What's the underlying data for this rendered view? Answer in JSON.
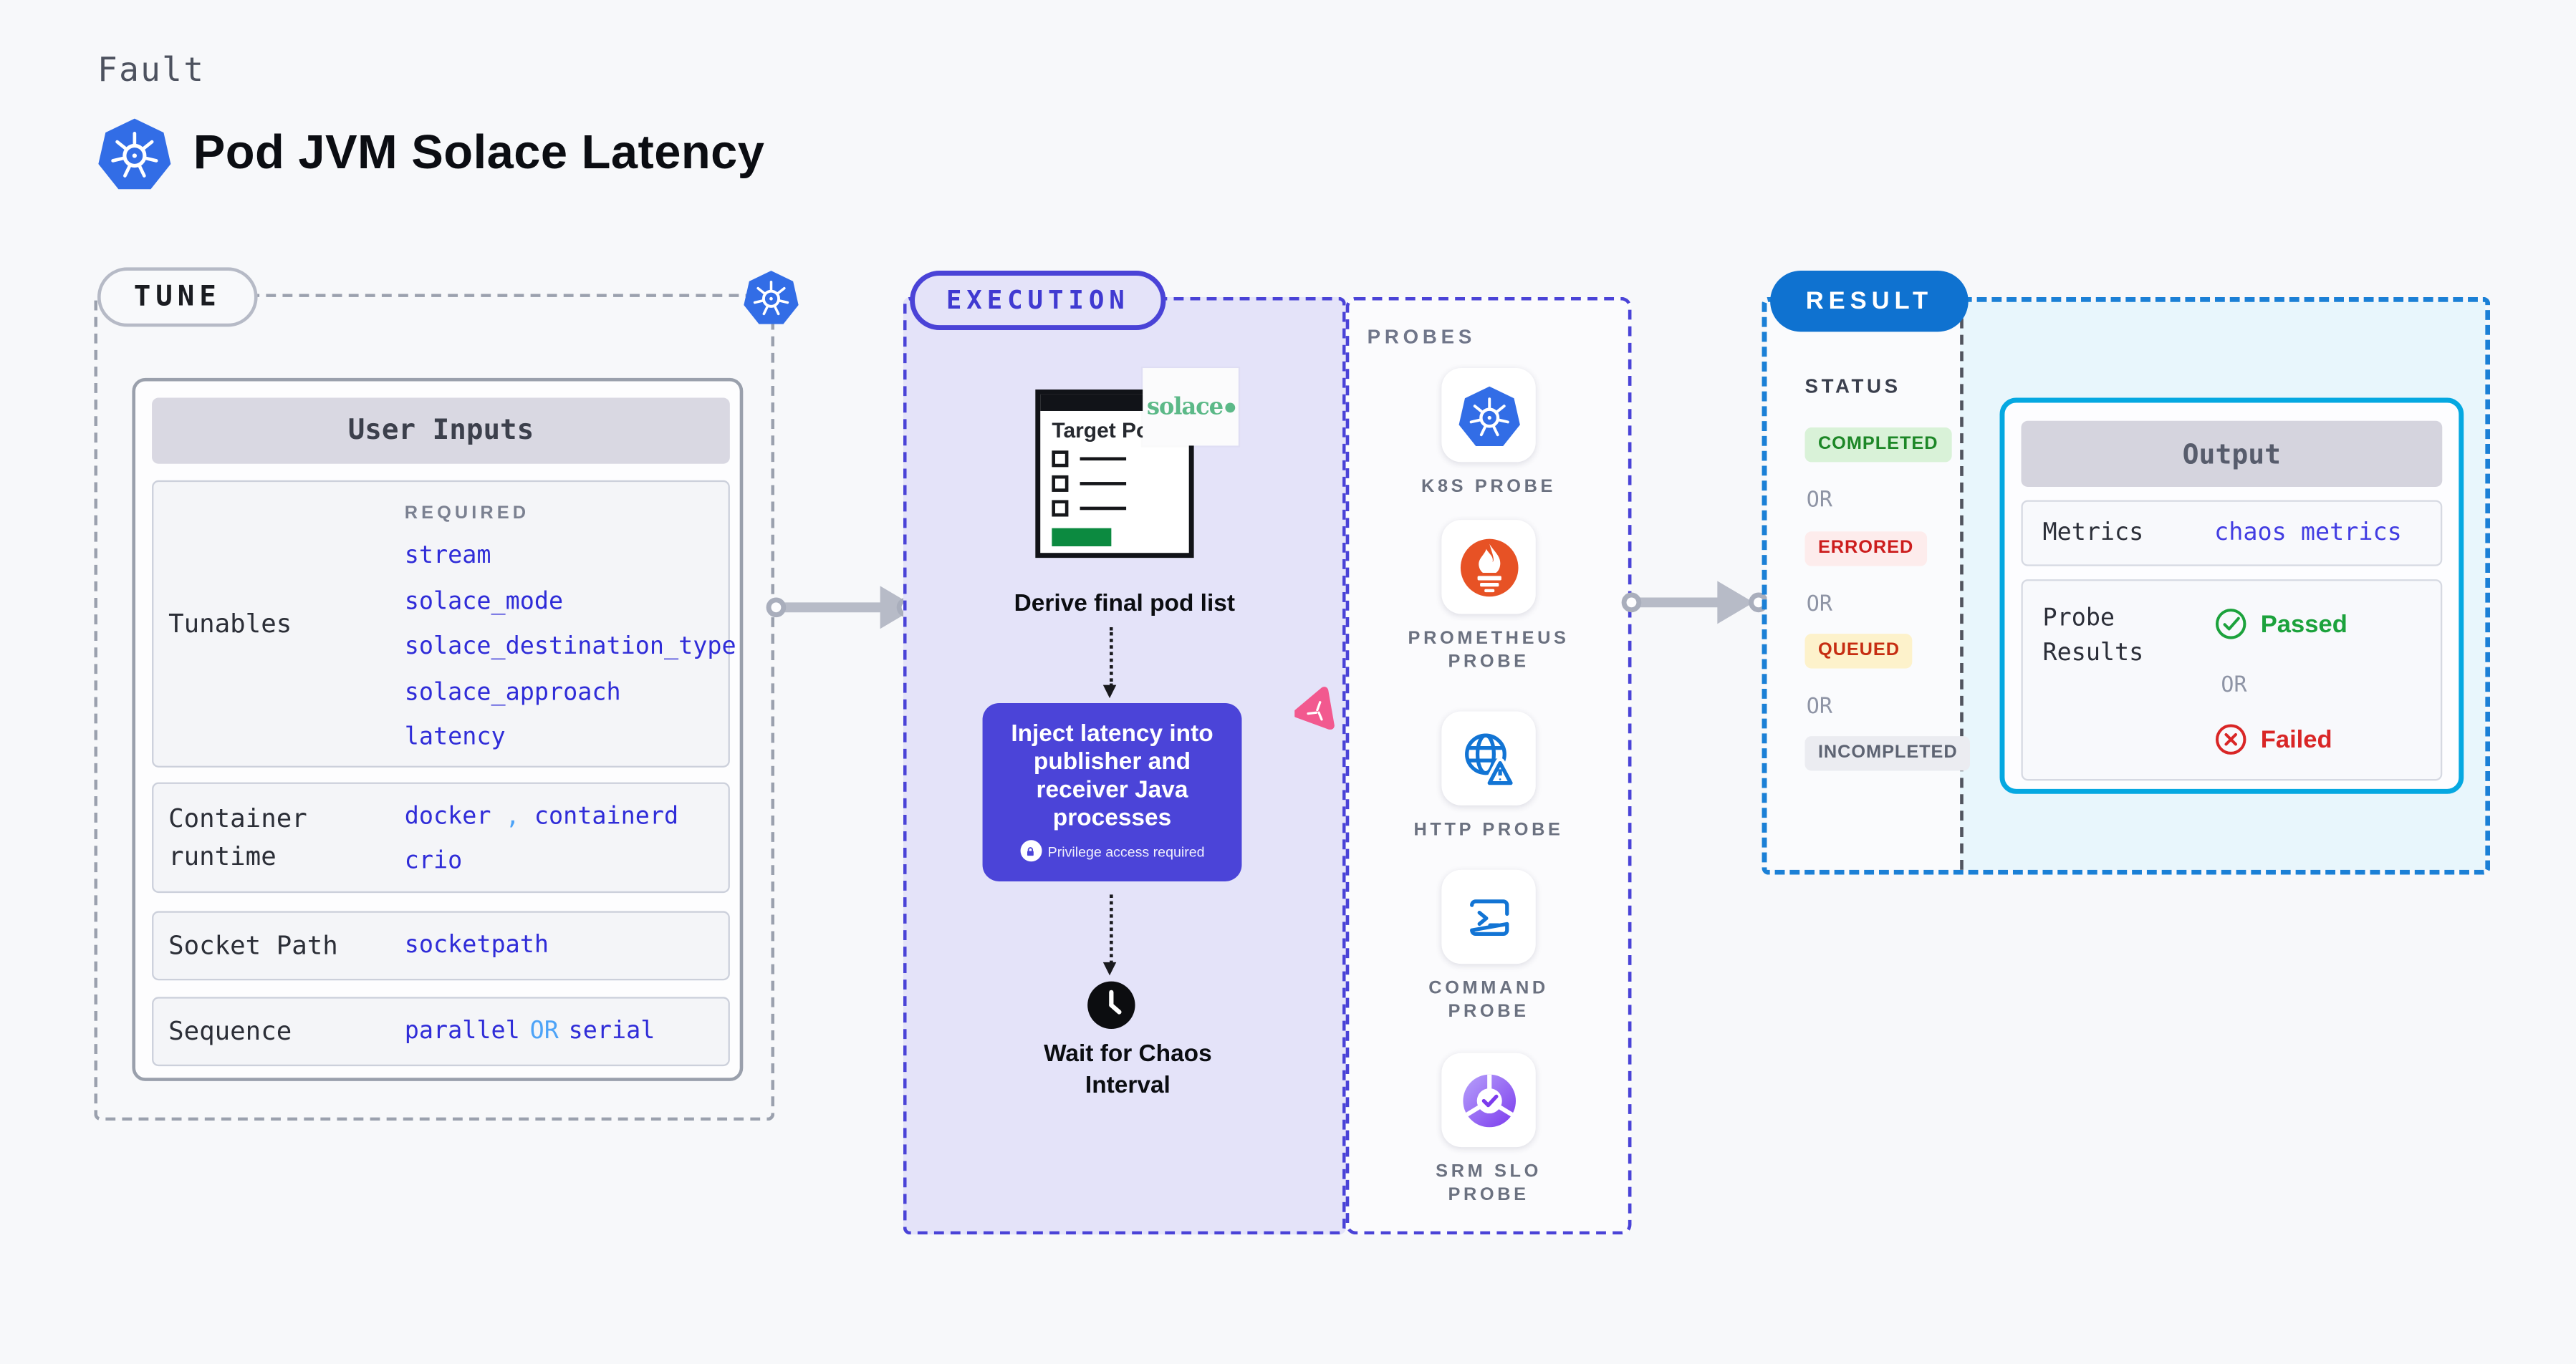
{
  "page": {
    "background": "#f7f8fa"
  },
  "header": {
    "kicker": "Fault",
    "title": "Pod JVM Solace Latency"
  },
  "colors": {
    "accent_indigo": "#4a43d7",
    "accent_blue": "#0f72d0",
    "accent_cyan": "#05a8e1",
    "value_blue": "#2f2cd8",
    "link_light_blue": "#4da3f7",
    "success_green": "#1ca23c",
    "error_red": "#d92626",
    "k8s_blue": "#326de6",
    "prometheus_orange": "#e75225",
    "solace_green": "#5cb988",
    "chaos_pink": "#f2598f",
    "inject_box": "#4b44d8"
  },
  "tune": {
    "pill": "TUNE",
    "user_inputs_title": "User Inputs",
    "required_label": "REQUIRED",
    "rows": {
      "tunables": {
        "label": "Tunables",
        "values": [
          "stream",
          "solace_mode",
          "solace_destination_type",
          "solace_approach",
          "latency"
        ]
      },
      "container_runtime": {
        "label": "Container runtime",
        "values": [
          "docker",
          "containerd",
          "crio"
        ],
        "separator": ","
      },
      "socket_path": {
        "label": "Socket Path",
        "value": "socketpath"
      },
      "sequence": {
        "label": "Sequence",
        "values": [
          "parallel",
          "serial"
        ],
        "or_label": "OR"
      }
    }
  },
  "execution": {
    "pill": "EXECUTION",
    "target_window_title": "Target Pods",
    "solace_logo_text": "solace",
    "derive_step": "Derive final pod list",
    "inject_step": "Inject latency into publisher and receiver Java processes",
    "inject_note": "Privilege access required",
    "wait_step": "Wait for Chaos Interval"
  },
  "probes": {
    "label": "PROBES",
    "items": [
      {
        "icon": "kubernetes-icon",
        "lines": [
          "K8S PROBE"
        ]
      },
      {
        "icon": "prometheus-icon",
        "lines": [
          "PROMETHEUS",
          "PROBE"
        ]
      },
      {
        "icon": "http-globe-icon",
        "lines": [
          "HTTP PROBE"
        ]
      },
      {
        "icon": "terminal-icon",
        "lines": [
          "COMMAND",
          "PROBE"
        ]
      },
      {
        "icon": "slo-pie-icon",
        "lines": [
          "SRM SLO",
          "PROBE"
        ]
      }
    ]
  },
  "result": {
    "pill": "RESULT",
    "status_label": "STATUS",
    "or_label": "OR",
    "statuses": [
      {
        "label": "COMPLETED",
        "fg": "#1d8727",
        "bg": "#d9f2d8"
      },
      {
        "label": "ERRORED",
        "fg": "#cc1d1d",
        "bg": "#fdecec"
      },
      {
        "label": "QUEUED",
        "fg": "#c62d12",
        "bg": "#fdf2cb"
      },
      {
        "label": "INCOMPLETED",
        "fg": "#5d6372",
        "bg": "#ebecf1"
      }
    ],
    "output": {
      "title": "Output",
      "metrics_label": "Metrics",
      "metrics_value": "chaos metrics",
      "probe_results_label": "Probe Results",
      "passed_label": "Passed",
      "or_label": "OR",
      "failed_label": "Failed"
    }
  }
}
